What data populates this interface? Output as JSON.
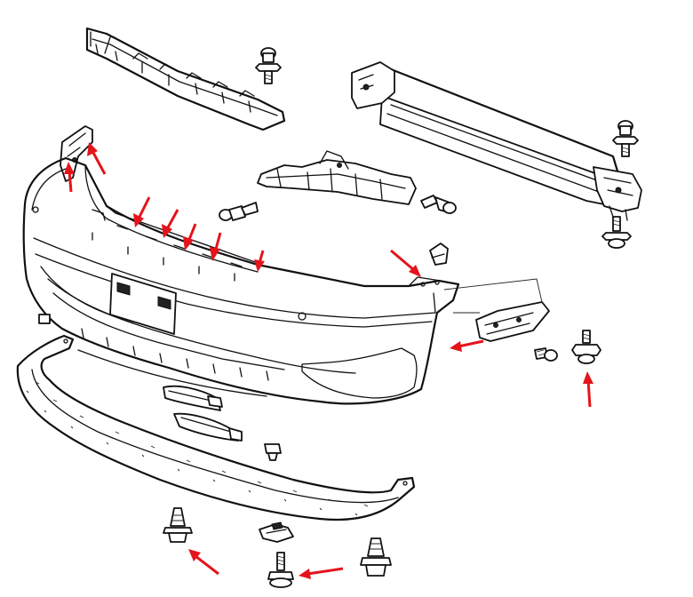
{
  "colors": {
    "line": "#111111",
    "background": "#ffffff",
    "arrow": "#e4141b"
  },
  "arrows": [
    {
      "id": "arrow-bracket-top",
      "target": "upper-left-bracket"
    },
    {
      "id": "arrow-bracket-left",
      "target": "upper-left-bracket"
    },
    {
      "id": "arrow-clip-1",
      "target": "top-edge-clip"
    },
    {
      "id": "arrow-clip-2",
      "target": "top-edge-clip"
    },
    {
      "id": "arrow-clip-3",
      "target": "top-edge-clip"
    },
    {
      "id": "arrow-clip-4",
      "target": "top-edge-clip"
    },
    {
      "id": "arrow-clip-5",
      "target": "top-edge-clip"
    },
    {
      "id": "arrow-right-corner",
      "target": "right-corner-mount"
    },
    {
      "id": "arrow-side-bracket",
      "target": "side-bracket"
    },
    {
      "id": "arrow-side-bolt",
      "target": "side-bolt"
    },
    {
      "id": "arrow-bottom-left-clip",
      "target": "bottom-clip"
    },
    {
      "id": "arrow-bottom-screw",
      "target": "bottom-screw"
    }
  ]
}
